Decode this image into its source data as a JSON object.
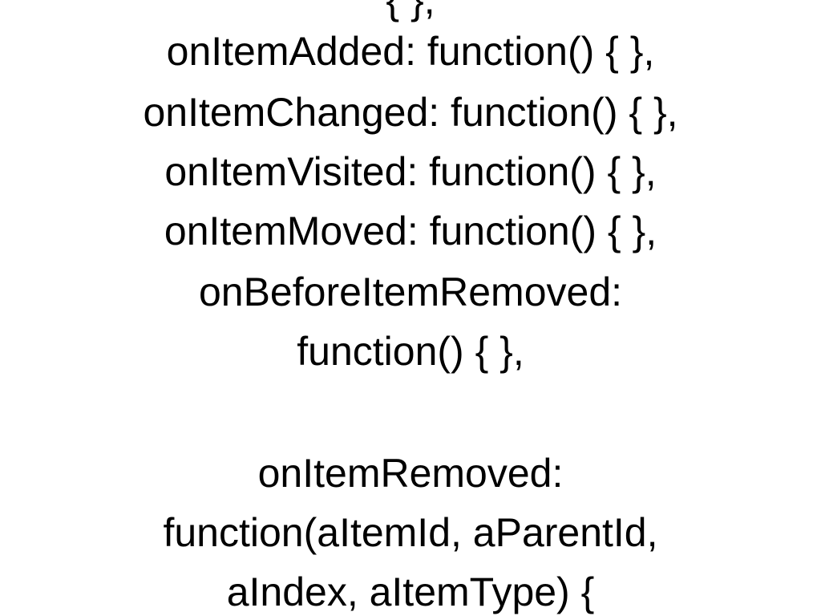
{
  "slide": {
    "lines": [
      "{ },",
      "onItemAdded: function() { },",
      "onItemChanged: function() { },",
      "onItemVisited: function() { },",
      "onItemMoved: function() { },",
      "onBeforeItemRemoved:",
      "function() { },",
      "",
      "onItemRemoved:",
      "function(aItemId, aParentId,",
      "aIndex, aItemType) {"
    ]
  },
  "colors": {
    "background": "#ffffff",
    "text": "#000000"
  }
}
